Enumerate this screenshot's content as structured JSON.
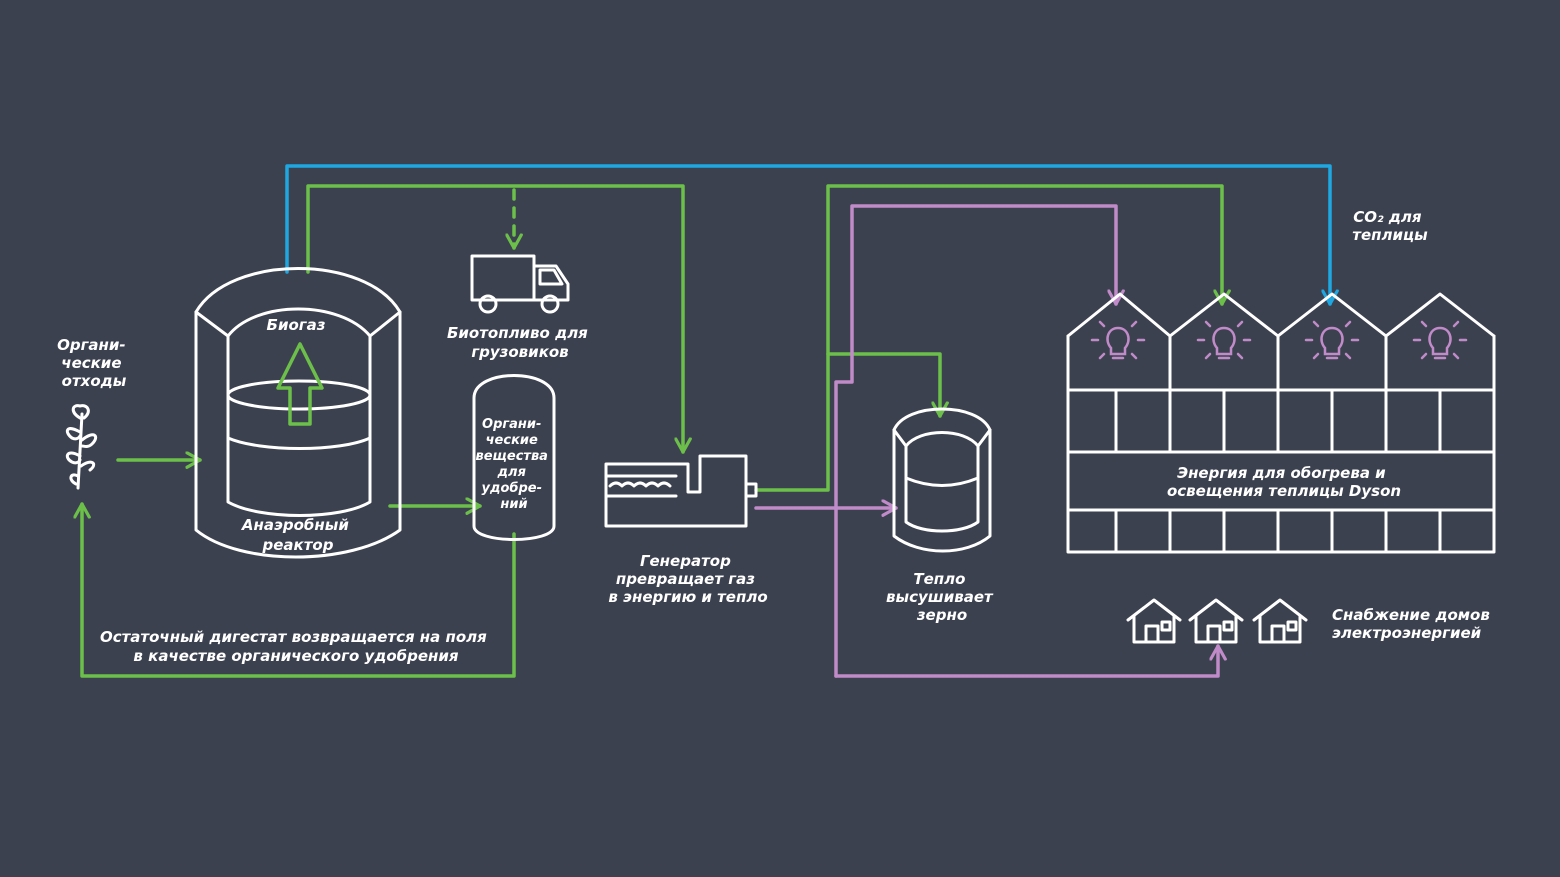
{
  "labels": {
    "organic_waste": [
      "Органи-",
      "ческие",
      "отходы"
    ],
    "biogas": "Биогаз",
    "reactor": [
      "Анаэробный",
      "реактор"
    ],
    "biofuel": [
      "Биотопливо для",
      "грузовиков"
    ],
    "organic_matter": [
      "Органи-",
      "ческие",
      "вещества",
      "для",
      "удобре-",
      "ний"
    ],
    "digestate": [
      "Остаточный дигестат возвращается на поля",
      "в качестве органического удобрения"
    ],
    "generator": [
      "Генератор",
      "превращает газ",
      "в энергию и тепло"
    ],
    "heat": [
      "Тепло",
      "высушивает",
      "зерно"
    ],
    "co2": [
      "CO₂ для",
      "теплицы"
    ],
    "greenhouse_energy": [
      "Энергия для обогрева и",
      "освещения теплицы Dyson"
    ],
    "homes": [
      "Снабжение домов",
      "электроэнергией"
    ]
  },
  "colors": {
    "background": "#3c4150",
    "green_flow": "#6cc04a",
    "blue_flow": "#1ea7e1",
    "purple_flow": "#c08bc8",
    "outline": "#ffffff"
  },
  "icons": [
    "plant-icon",
    "reactor-icon",
    "truck-icon",
    "fertilizer-tank-icon",
    "generator-icon",
    "grain-dryer-icon",
    "greenhouse-icon",
    "lightbulb-icon",
    "house-icon"
  ]
}
